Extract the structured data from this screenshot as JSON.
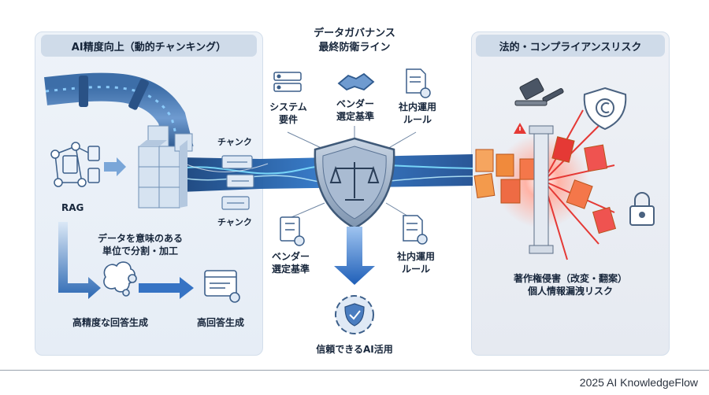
{
  "left": {
    "title": "AI精度向上（動的チャンキング）",
    "rag": "RAG",
    "chunk_top": "チャンク",
    "chunk_bottom": "チャンク",
    "process": "データを意味のある\n単位で分割・加工",
    "high_precision": "高精度な回答生成",
    "high_answer": "高回答生成"
  },
  "center": {
    "title": "データガバナンス\n最終防衛ライン",
    "system_req": "システム\n要件",
    "vendor_top": "ベンダー\n選定基準",
    "rules_top": "社内運用\nルール",
    "vendor_bottom": "ベンダー\n選定基準",
    "rules_bottom": "社内運用\nルール",
    "trusted": "信頼できるAI活用"
  },
  "right": {
    "title": "法的・コンプライアンスリスク",
    "risk": "著作権侵害（改変・翻案）\n個人情報漏洩リスク"
  },
  "footer": "2025 AI KnowledgeFlow",
  "colors": {
    "pipe_blue": "#2f6fc2",
    "flow_cyan": "#4fc3f7",
    "shield_steel": "#5d7592",
    "danger_red": "#e53935",
    "doc_orange": "#f08a3c"
  }
}
